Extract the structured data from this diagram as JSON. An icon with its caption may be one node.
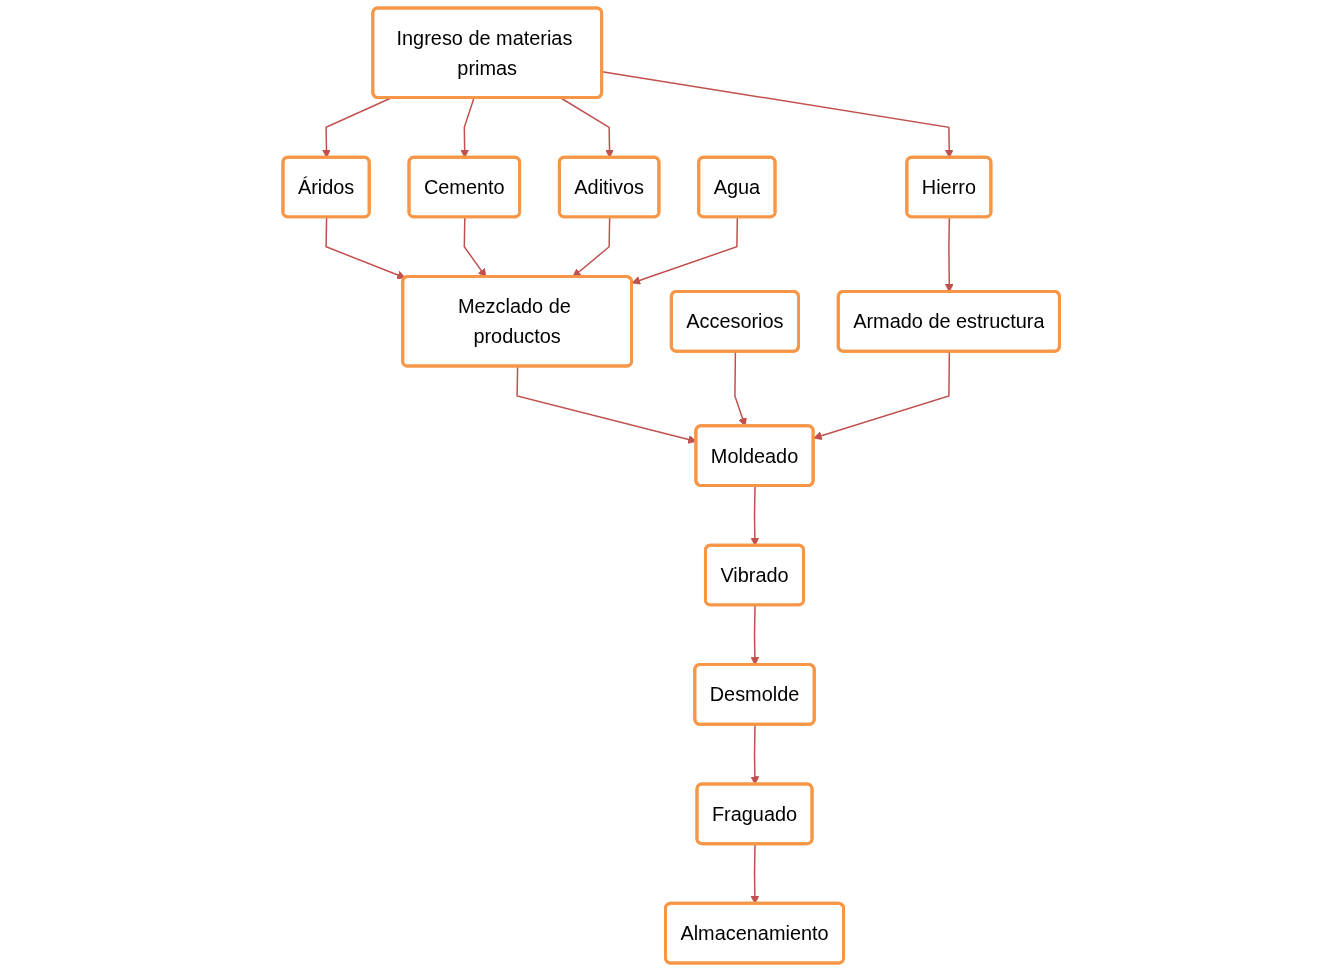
{
  "diagram": {
    "nodes": [
      {
        "text": [
          "Ingreso de materias primas"
        ]
      },
      {
        "text": [
          "Hierro"
        ]
      },
      {
        "text": [
          "Áridos"
        ]
      },
      {
        "text": [
          "Cemento"
        ]
      },
      {
        "text": [
          "Aditivos"
        ]
      },
      {
        "text": [
          "Agua"
        ]
      },
      {
        "text": [
          "Armado de estructura"
        ]
      },
      {
        "text": [
          "Mezclado de productos"
        ]
      },
      {
        "text": [
          "Accesorios"
        ]
      },
      {
        "text": [
          "Moldeado"
        ]
      },
      {
        "text": [
          "Vibrado"
        ]
      },
      {
        "text": [
          "Desmolde"
        ]
      },
      {
        "text": [
          "Fraguado"
        ]
      },
      {
        "text": [
          "Almacenamiento"
        ]
      }
    ],
    "edges": [
      {
        "from": 0,
        "to": 2,
        "arrow": "to"
      },
      {
        "from": 0,
        "to": 3,
        "arrow": "to"
      },
      {
        "from": 0,
        "to": 4,
        "arrow": "to"
      },
      {
        "from": 0,
        "to": 1,
        "arrow": "to"
      },
      {
        "from": 1,
        "to": 6,
        "arrow": "to"
      },
      {
        "from": 2,
        "to": 7,
        "arrow": "to"
      },
      {
        "from": 3,
        "to": 7,
        "arrow": "to"
      },
      {
        "from": 4,
        "to": 7,
        "arrow": "to"
      },
      {
        "from": 5,
        "to": 7,
        "arrow": "to"
      },
      {
        "from": 7,
        "to": 9,
        "arrow": "to"
      },
      {
        "from": 8,
        "to": 9,
        "arrow": "to"
      },
      {
        "from": 6,
        "to": 9,
        "arrow": "to"
      },
      {
        "from": 9,
        "to": 10,
        "arrow": "to"
      },
      {
        "from": 10,
        "to": 11,
        "arrow": "to"
      },
      {
        "from": 11,
        "to": 12,
        "arrow": "to"
      },
      {
        "from": 12,
        "to": 13,
        "arrow": "to"
      }
    ]
  }
}
